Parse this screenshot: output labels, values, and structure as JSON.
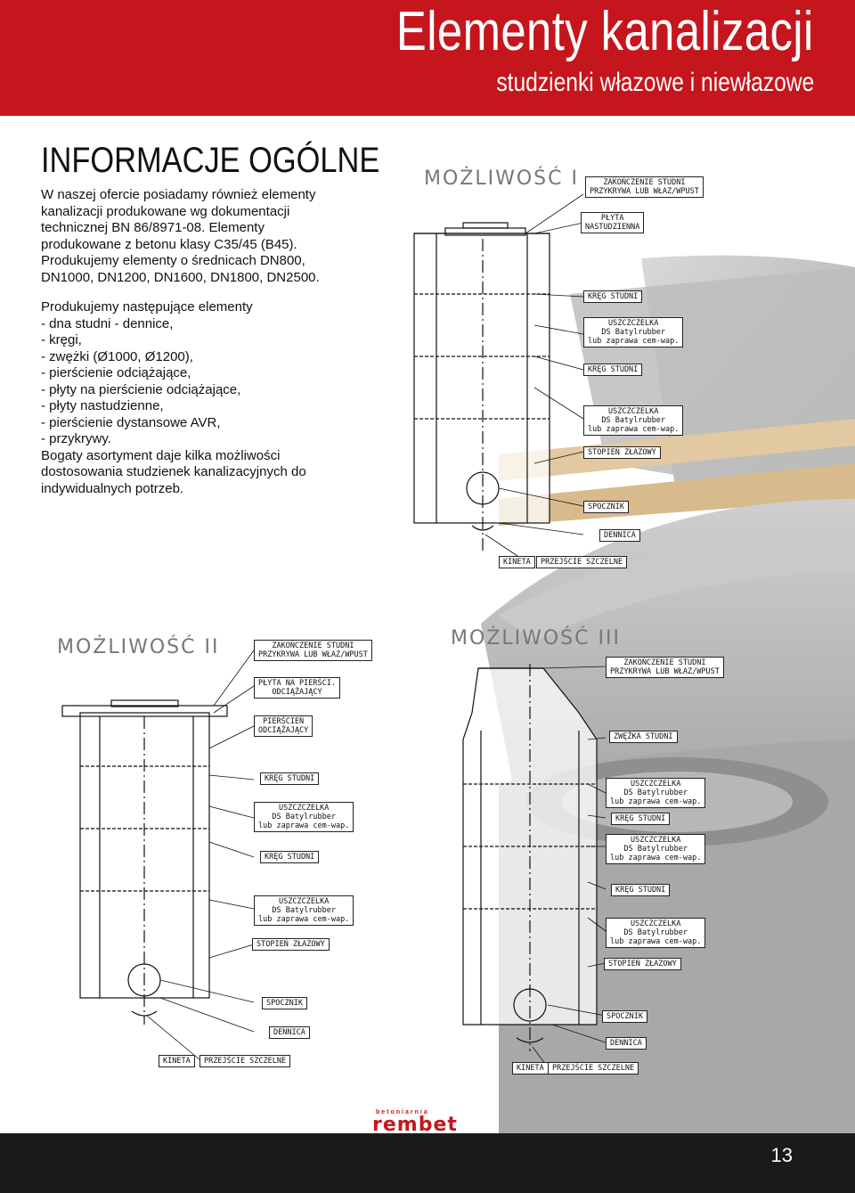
{
  "header": {
    "title": "Elementy kanalizacji",
    "subtitle": "studzienki włazowe i niewłazowe"
  },
  "section": {
    "title": "INFORMACJE OGÓLNE",
    "intro": [
      "W naszej ofercie posiadamy również elementy kanalizacji produkowane wg dokumentacji technicznej BN 86/8971-08. Elementy produkowane z betonu klasy C35/45 (B45).",
      "Produkujemy elementy o średnicach DN800, DN1000, DN1200, DN1600, DN1800, DN2500."
    ],
    "list_heading": "Produkujemy następujące elementy",
    "list_items": [
      "dna studni - dennice,",
      "kręgi,",
      "zwężki (Ø1000, Ø1200),",
      "pierścienie odciążające,",
      "płyty na pierścienie odciążające,",
      "płyty nastudzienne,",
      "pierścienie dystansowe AVR,",
      "przykrywy."
    ],
    "closing": "Bogaty asortyment daje kilka możliwości dostosowania studzienek kanalizacyjnych do indywidualnych potrzeb."
  },
  "options": {
    "one": {
      "title": "MOŻLIWOŚĆ I",
      "labels": {
        "top_1": "ZAKOŃCZENIE STUDNI",
        "top_2": "PRZYKRYWA LUB WŁAZ/WPUST",
        "plate_1": "PŁYTA",
        "plate_2": "NASTUDZIENNA",
        "ring_a": "KRĘG STUDNI",
        "seal_a_1": "USZCZCZELKA",
        "seal_a_2": "DS Batylrubber",
        "seal_a_3": "lub zaprawa cem-wap.",
        "ring_b": "KRĘG STUDNI",
        "seal_b_1": "USZCZCZELKA",
        "seal_b_2": "DS Batylrubber",
        "seal_b_3": "lub zaprawa cem-wap.",
        "step": "STOPIEŃ ZŁAZOWY",
        "spocznik": "SPOCZNIK",
        "dennica": "DENNICA",
        "kineta": "KINETA",
        "przejscie": "PRZEJŚCIE SZCZELNE"
      }
    },
    "two": {
      "title": "MOŻLIWOŚĆ II",
      "labels": {
        "top_1": "ZAKOŃCZENIE STUDNI",
        "top_2": "PRZYKRYWA LUB WŁAZ/WPUST",
        "plate_1": "PŁYTA NA PIERŚCI.",
        "plate_2": "ODCIĄŻAJĄCY",
        "relief_1": "PIERŚCIEŃ",
        "relief_2": "ODCIĄŻAJĄCY",
        "ring_a": "KRĘG STUDNI",
        "seal_a_1": "USZCZCZELKA",
        "seal_a_2": "DS Batylrubber",
        "seal_a_3": "lub zaprawa cem-wap.",
        "ring_b": "KRĘG STUDNI",
        "seal_b_1": "USZCZCZELKA",
        "seal_b_2": "DS Batylrubber",
        "seal_b_3": "lub zaprawa cem-wap.",
        "step": "STOPIEŃ ZŁAZOWY",
        "spocznik": "SPOCZNIK",
        "dennica": "DENNICA",
        "kineta": "KINETA",
        "przejscie": "PRZEJŚCIE SZCZELNE"
      }
    },
    "three": {
      "title": "MOŻLIWOŚĆ III",
      "labels": {
        "top_1": "ZAKOŃCZENIE STUDNI",
        "top_2": "PRZYKRYWA LUB WŁAZ/WPUST",
        "cone": "ZWĘŻKA STUDNI",
        "seal_a_1": "USZCZCZELKA",
        "seal_a_2": "DS Batylrubber",
        "seal_a_3": "lub zaprawa cem-wap.",
        "ring_a": "KRĘG STUDNI",
        "seal_b_1": "USZCZCZELKA",
        "seal_b_2": "DS Batylrubber",
        "seal_b_3": "lub zaprawa cem-wap.",
        "ring_b": "KRĘG STUDNI",
        "seal_c_1": "USZCZCZELKA",
        "seal_c_2": "DS Batylrubber",
        "seal_c_3": "lub zaprawa cem-wap.",
        "step": "STOPIEŃ ZŁAZOWY",
        "spocznik": "SPOCZNIK",
        "dennica": "DENNICA",
        "kineta": "KINETA",
        "przejscie": "PRZEJŚCIE SZCZELNE"
      }
    }
  },
  "logo": {
    "small": "betoniarnia",
    "big": "rembet"
  },
  "footer": {
    "page_number": "13"
  },
  "colors": {
    "brand_red": "#c5161d",
    "footer_dark": "#1a1a1a"
  }
}
